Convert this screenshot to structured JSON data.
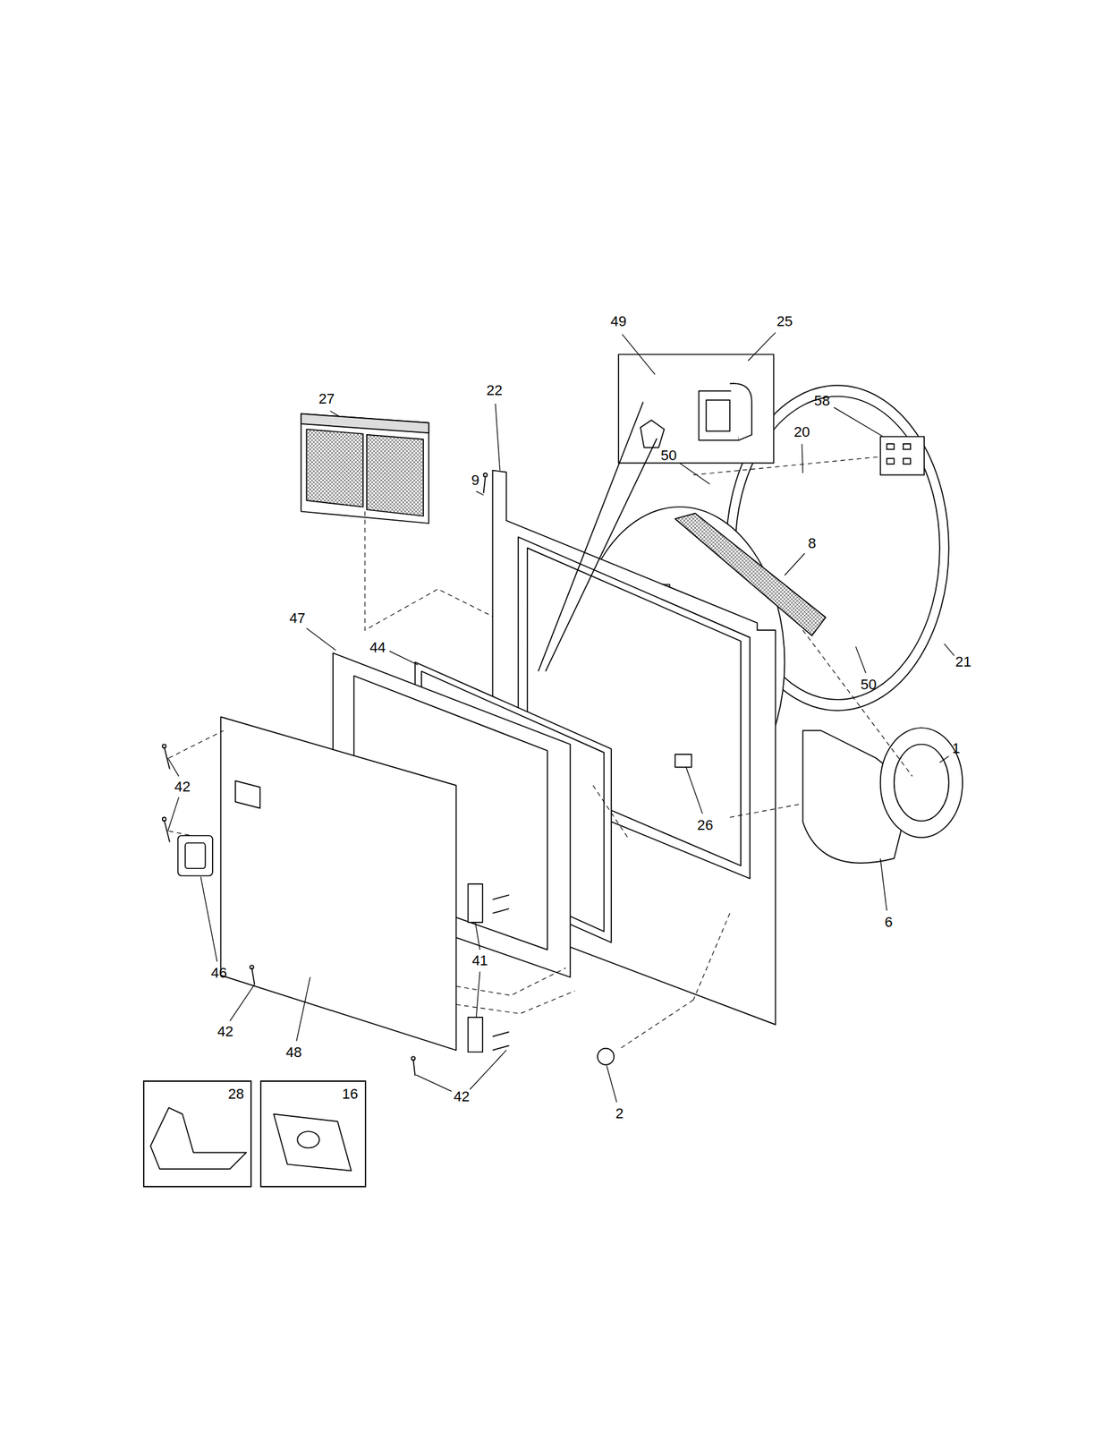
{
  "diagram": {
    "nodes": [
      {
        "text": [
          "28"
        ]
      },
      {
        "text": [
          "16"
        ]
      }
    ],
    "labels": [
      "49",
      "25",
      "27",
      "22",
      "58",
      "20",
      "9",
      "50",
      "8",
      "47",
      "44",
      "21",
      "50",
      "1",
      "42",
      "26",
      "6",
      "41",
      "46",
      "42",
      "48",
      "42",
      "2"
    ]
  }
}
